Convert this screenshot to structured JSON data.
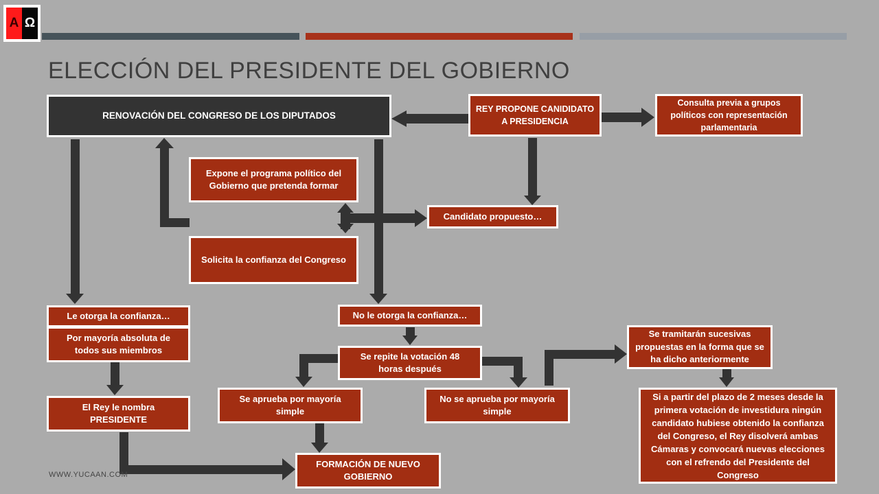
{
  "logo": {
    "left_glyph": "A",
    "right_glyph": "Ω",
    "left_color": "#ff1a1a",
    "right_color": "#070707"
  },
  "header_bars": [
    "#46535a",
    "#a8321a",
    "#979ea6"
  ],
  "title": "ELECCIÓN DEL PRESIDENTE DEL GOBIERNO",
  "nodes": {
    "renovacion": "RENOVACIÓN DEL CONGRESO DE LOS DIPUTADOS",
    "rey_propone": "REY PROPONE CANIDIDATO A PRESIDENCIA",
    "consulta": "Consulta previa a grupos políticos con representación parlamentaria",
    "expone": "Expone el programa político del Gobierno que pretenda formar",
    "candidato": "Candidato propuesto…",
    "solicita": "Solicita la confianza del Congreso",
    "le_otorga": "Le otorga la confianza…",
    "mayoria_absoluta": "Por mayoría absoluta de todos sus miembros",
    "no_otorga": "No le otorga la confianza…",
    "repite": "Se repite la votación 48 horas después",
    "se_aprueba": "Se aprueba por mayoría simple",
    "no_aprueba": "No se aprueba por mayoría simple",
    "tramitaran": "Se tramitarán sucesivas propuestas en la forma que se ha dicho anteriormente",
    "plazo": "Si a partir del plazo de 2 meses desde la primera votación de investidura ningún candidato hubiese obtenido la confianza del Congreso, el Rey disolverá ambas Cámaras y convocará nuevas elecciones con el refrendo del Presidente del Congreso",
    "rey_nombra": "El Rey le nombra PRESIDENTE",
    "formacion": "FORMACIÓN DE NUEVO GOBIERNO"
  },
  "colors": {
    "box_fill": "#a22e12",
    "dark_box_fill": "#333333",
    "arrow": "#333333",
    "background": "#ababab"
  },
  "footer": "WWW.YUCAAN.COM"
}
